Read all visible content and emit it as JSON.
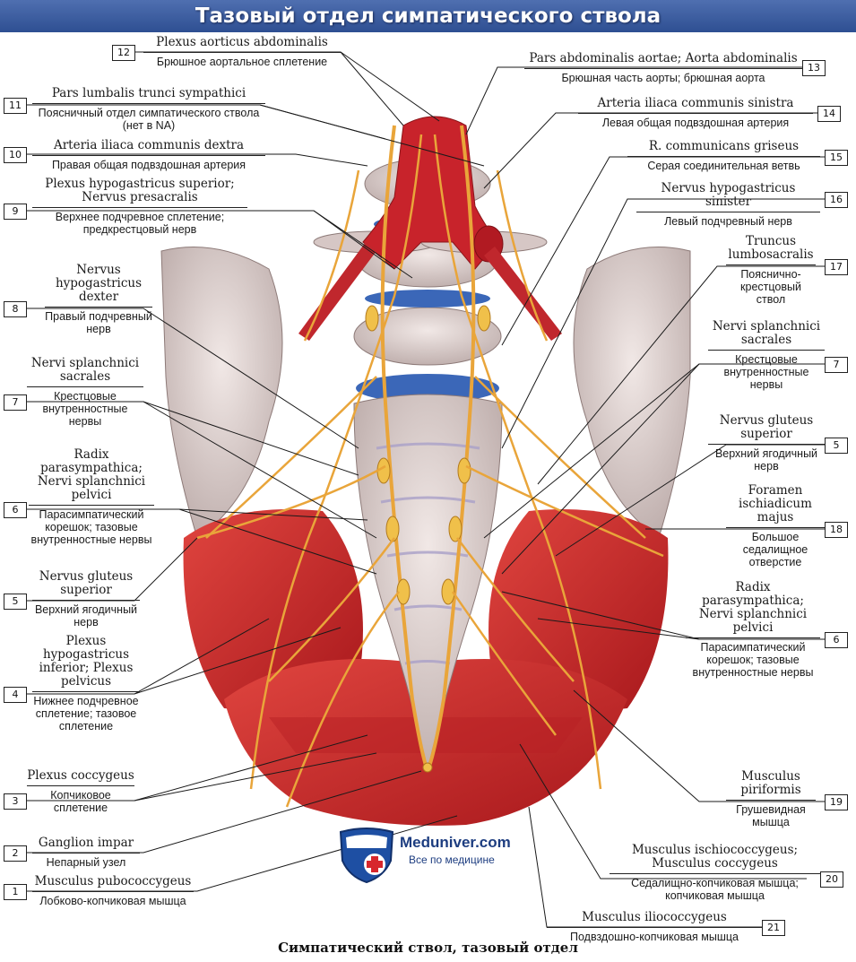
{
  "header": {
    "title": "Тазовый отдел симпатического ствола"
  },
  "caption": "Симпатический ствол, тазовый отдел",
  "logo": {
    "name": "Meduniver.com",
    "tagline": "Все по медицине"
  },
  "colors": {
    "banner": "#3a5ea4",
    "muscle": "#c9262a",
    "nerve": "#e9a53a",
    "bone": "#d9cbc8",
    "disc": "#3b67b8"
  },
  "labels": [
    {
      "num": "12",
      "lat": "Plexus aorticus abdominalis",
      "rus": "Брюшное аортальное сплетение"
    },
    {
      "num": "11",
      "lat": "Pars lumbalis trunci sympathici",
      "rus": "Поясничный отдел симпатического ствола (нет в NA)"
    },
    {
      "num": "10",
      "lat": "Arteria iliaca communis dextra",
      "rus": "Правая общая подвздошная артерия"
    },
    {
      "num": "9",
      "lat": "Plexus hypogastricus superior; Nervus presacralis",
      "rus": "Верхнее подчревное сплетение; предкрестцовый нерв"
    },
    {
      "num": "8",
      "lat": "Nervus hypogastricus dexter",
      "rus": "Правый подчревный нерв"
    },
    {
      "num": "7",
      "lat": "Nervi splanchnici sacrales",
      "rus": "Крестцовые внутренностные нервы"
    },
    {
      "num": "6",
      "lat": "Radix parasympathica; Nervi splanchnici pelvici",
      "rus": "Парасимпатический корешок; тазовые внутренностные нервы"
    },
    {
      "num": "5",
      "lat": "Nervus gluteus superior",
      "rus": "Верхний ягодичный нерв"
    },
    {
      "num": "4",
      "lat": "Plexus hypogastricus inferior; Plexus pelvicus",
      "rus": "Нижнее подчревное сплетение; тазовое сплетение"
    },
    {
      "num": "3",
      "lat": "Plexus coccygeus",
      "rus": "Копчиковое сплетение"
    },
    {
      "num": "2",
      "lat": "Ganglion impar",
      "rus": "Непарный узел"
    },
    {
      "num": "1",
      "lat": "Musculus pubococcygeus",
      "rus": "Лобково-копчиковая мышца"
    },
    {
      "num": "13",
      "lat": "Pars abdominalis aortae; Aorta abdominalis",
      "rus": "Брюшная часть аорты; брюшная аорта"
    },
    {
      "num": "14",
      "lat": "Arteria iliaca communis sinistra",
      "rus": "Левая общая подвздошная артерия"
    },
    {
      "num": "15",
      "lat": "R. communicans griseus",
      "rus": "Серая соединительная ветвь"
    },
    {
      "num": "16",
      "lat": "Nervus hypogastricus sinister",
      "rus": "Левый подчревный нерв"
    },
    {
      "num": "17",
      "lat": "Truncus lumbosacralis",
      "rus": "Пояснично-крестцовый ствол"
    },
    {
      "num": "7",
      "lat": "Nervi splanchnici sacrales",
      "rus": "Крестцовые внутренностные нервы"
    },
    {
      "num": "5",
      "lat": "Nervus gluteus superior",
      "rus": "Верхний ягодичный нерв"
    },
    {
      "num": "18",
      "lat": "Foramen ischiadicum majus",
      "rus": "Большое седалищное отверстие"
    },
    {
      "num": "6",
      "lat": "Radix parasympathica; Nervi splanchnici pelvici",
      "rus": "Парасимпатический корешок; тазовые внутренностные нервы"
    },
    {
      "num": "19",
      "lat": "Musculus piriformis",
      "rus": "Грушевидная мышца"
    },
    {
      "num": "20",
      "lat": "Musculus ischiococcygeus; Musculus coccygeus",
      "rus": "Седалищно-копчиковая мышца; копчиковая мышца"
    },
    {
      "num": "21",
      "lat": "Musculus iliococcygeus",
      "rus": "Подвздошно-копчиковая мышца"
    }
  ]
}
